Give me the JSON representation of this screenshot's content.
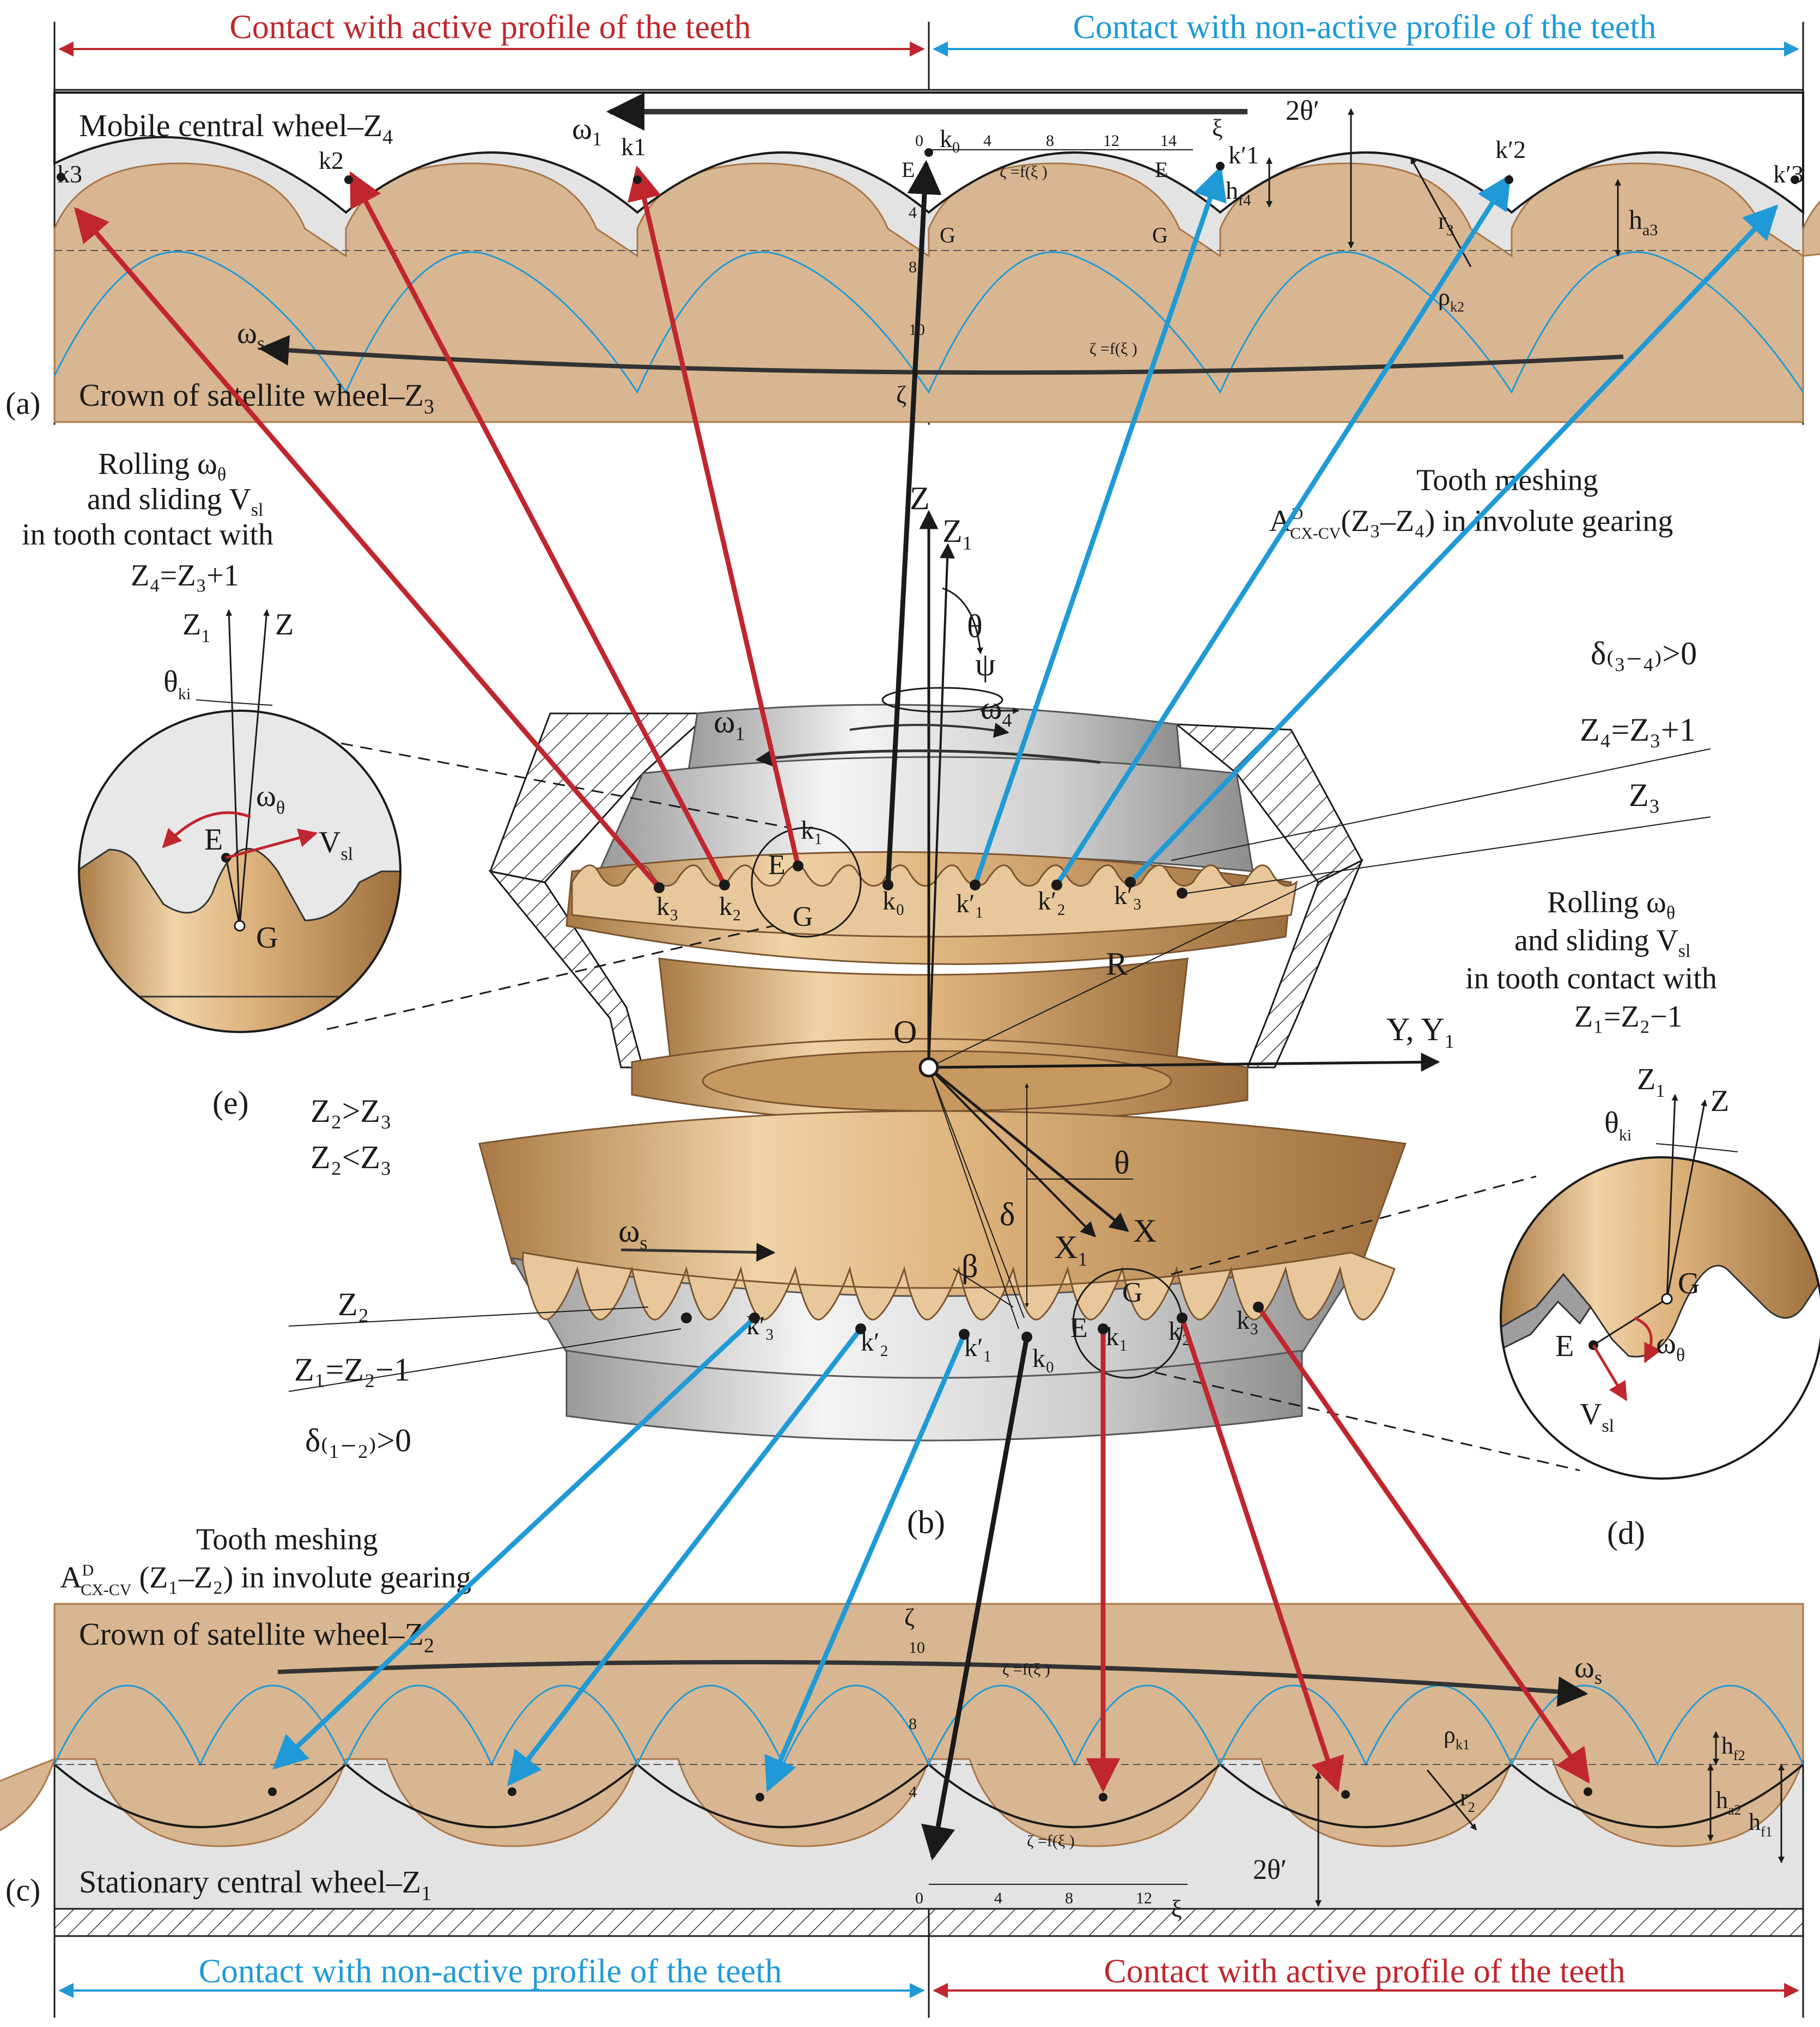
{
  "colors": {
    "active": "#c0262d",
    "nonactive": "#1f9ad6",
    "bronze": "#d9b48a",
    "bronze_dark": "#b88a58",
    "steel": "#d9d9d9",
    "ink": "#1a1a1a"
  },
  "top_banner": {
    "active_label": "Contact with active profile of the teeth",
    "nonactive_label": "Contact with non-active profile of the teeth"
  },
  "bottom_banner": {
    "nonactive_label": "Contact with non-active profile of the teeth",
    "active_label": "Contact with active profile of the teeth"
  },
  "panel_a": {
    "tag": "(a)",
    "mobile_wheel": "Mobile central wheel–Z",
    "mobile_wheel_sub": "4",
    "crown": "Crown of satellite wheel–Z",
    "crown_sub": "3",
    "omega1": "ω",
    "omega1_sub": "1",
    "omegas": "ω",
    "omegas_sub": "s",
    "two_theta": "2θ′",
    "h_f4": "h",
    "h_f4_sub": "f4",
    "h_a3": "h",
    "h_a3_sub": "a3",
    "r3": "r",
    "r3_sub": "3",
    "rho": "ρ",
    "rho_sub": "k2",
    "zeta": "ζ",
    "xi": "ξ",
    "curve_upper": "ζ  =f(ξ  )",
    "curve_lower": "ζ  =f(ξ  )",
    "ticks_x": [
      "0",
      "4",
      "8",
      "12",
      "14"
    ],
    "ticks_y": [
      "4",
      "8",
      "10"
    ],
    "points_left": [
      "k3",
      "k2",
      "k1"
    ],
    "points_right": [
      "k′1",
      "k′2",
      "k′3"
    ],
    "k0": "k",
    "k0_sub": "0",
    "E1": "E",
    "E2": "E",
    "G1": "G",
    "G2": "G"
  },
  "panel_c": {
    "tag": "(c)",
    "stationary_wheel": "Stationary central wheel–Z",
    "stationary_wheel_sub": "1",
    "crown": "Crown of satellite wheel–Z",
    "crown_sub": "2",
    "omegas": "ω",
    "omegas_sub": "s",
    "two_theta": "2θ′",
    "h_f2": "h",
    "h_f2_sub": "f2",
    "h_a2": "h",
    "h_a2_sub": "a2",
    "h_f1": "h",
    "h_f1_sub": "f1",
    "r2": "r",
    "r2_sub": "2",
    "rho": "ρ",
    "rho_sub": "k1",
    "zeta": "ζ",
    "xi": "ξ",
    "curve_upper": "ζ  =f(ξ  )",
    "curve_lower": "ζ  =f(ξ  )",
    "ticks_x": [
      "0",
      "4",
      "8",
      "12"
    ],
    "ticks_y": [
      "4",
      "8",
      "10"
    ]
  },
  "center": {
    "tag_b": "(b)",
    "tag_d": "(d)",
    "tag_e": "(e)",
    "Z": "Z",
    "Z1": "Z",
    "Z1_sub": "1",
    "theta": "θ",
    "psi": "ψ",
    "omega4": "ω",
    "omega4_sub": "4",
    "omega1": "ω",
    "omega1_sub": "1",
    "omegas": "ω",
    "omegas_sub": "s",
    "O": "O",
    "R": "R",
    "YY1": "Y, Y",
    "YY1_sub": "1",
    "X": "X",
    "X1": "X",
    "X1_sub": "1",
    "delta": "δ",
    "beta": "β",
    "theta_axis": "θ",
    "Z4_eq": "Z₄=Z₃+1",
    "Z3": "Z₃",
    "delta34": "δ₍₃₋₄₎>0",
    "Z2": "Z₂",
    "Z1_eq": "Z₁=Z₂−1",
    "delta12": "δ₍₁₋₂₎>0",
    "Z2gtZ3": "Z₂>Z₃",
    "Z2ltZ3": "Z₂<Z₃",
    "mesh_top_1": "Tooth meshing",
    "mesh_top_2": "A",
    "mesh_top_2b": "(Z₃–Z₄) in involute gearing",
    "mesh_sup": "D",
    "mesh_sub": "CX-CV",
    "mesh_bot_1": "Tooth meshing",
    "mesh_bot_2": "A",
    "mesh_bot_2b": " (Z₁–Z₂) in involute gearing",
    "rolling_e_1": "Rolling ω",
    "rolling_e_1_sub": "θ",
    "rolling_e_2": "and sliding V",
    "rolling_e_2_sub": "sl",
    "rolling_e_3": "in tooth contact with",
    "rolling_e_4": "Z₄=Z₃+1",
    "rolling_d_1": "Rolling ω",
    "rolling_d_1_sub": "θ",
    "rolling_d_2": "and sliding V",
    "rolling_d_2_sub": "sl",
    "rolling_d_3": "in tooth contact with",
    "rolling_d_4": "Z₁=Z₂−1",
    "E": "E",
    "G": "G",
    "Vsl": "V",
    "Vsl_sub": "sl",
    "omtheta": "ω",
    "omtheta_sub": "θ",
    "thetak": "θ",
    "thetak_sub": "ki",
    "k_upper": [
      "k₃",
      "k₂",
      "k₁",
      "k₀",
      "k′₁",
      "k′₂",
      "k′₃"
    ],
    "k_lower": [
      "k′₃",
      "k′₂",
      "k′₁",
      "k₀",
      "k₁",
      "k₂",
      "k₃"
    ]
  }
}
